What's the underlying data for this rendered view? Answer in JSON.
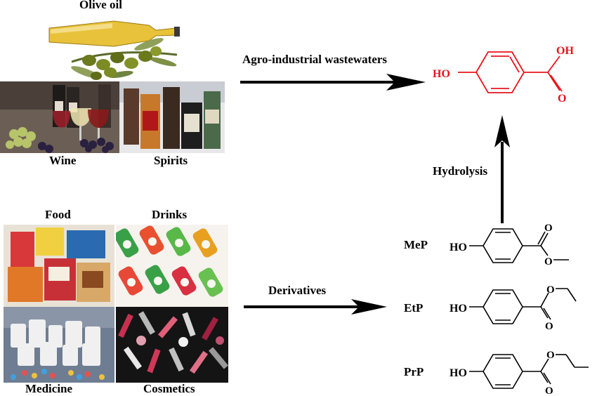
{
  "top_sources": {
    "olive_oil": "Olive oil",
    "wine": "Wine",
    "spirits": "Spirits"
  },
  "bottom_sources": {
    "food": "Food",
    "drinks": "Drinks",
    "medicine": "Medicine",
    "cosmetics": "Cosmetics"
  },
  "arrows": {
    "agro": "Agro-industrial wastewaters",
    "derivatives": "Derivatives",
    "hydrolysis": "Hydrolysis"
  },
  "molecules": {
    "target": {
      "ho": "HO",
      "oh": "OH",
      "o": "O",
      "color": "#e8141c"
    },
    "mep": {
      "name": "MeP",
      "ho": "HO",
      "o1": "O",
      "o2": "O"
    },
    "etp": {
      "name": "EtP",
      "ho": "HO",
      "o1": "O",
      "o2": "O"
    },
    "prp": {
      "name": "PrP",
      "ho": "HO",
      "o1": "O",
      "o2": "O"
    }
  }
}
